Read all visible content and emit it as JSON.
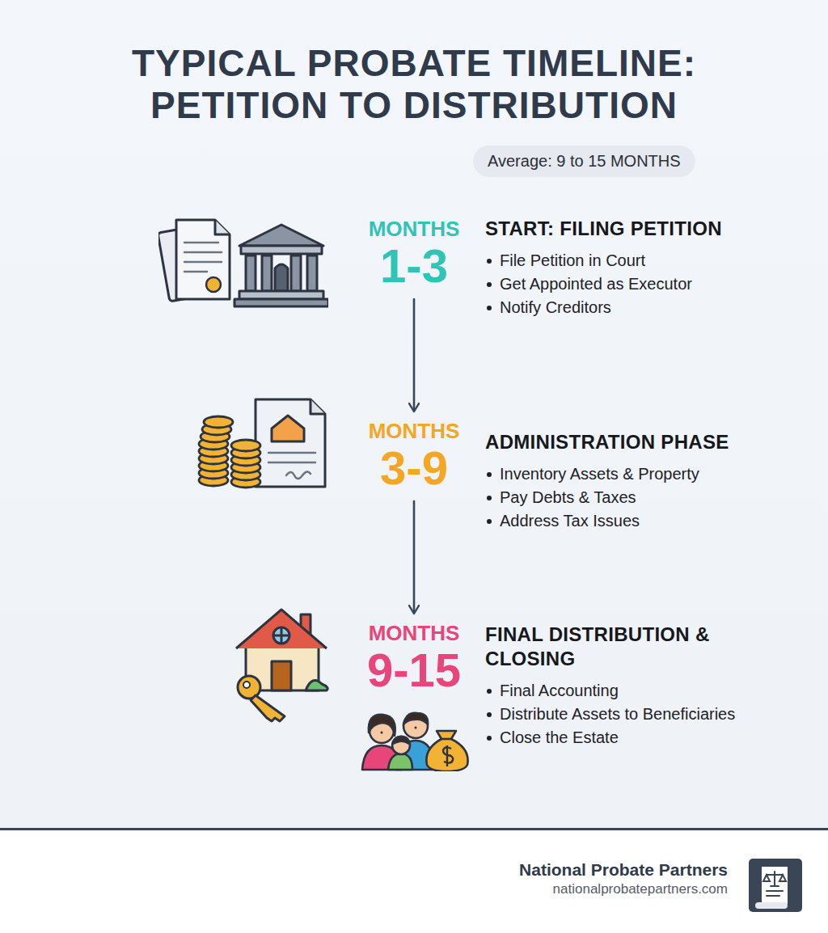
{
  "diagram": {
    "title": "TYPICAL PROBATE TIMELINE: PETITION TO DISTRIBUTION",
    "nodes": [
      {
        "text": [
          "Average: 9 to 15 MONTHS"
        ]
      },
      {
        "text": [
          "MONTHS",
          "1-3"
        ]
      },
      {
        "text": [
          "MONTHS",
          "3-9"
        ]
      },
      {
        "text": [
          "MONTHS",
          "9-15"
        ]
      }
    ],
    "edges": [
      {
        "from": 1,
        "to": 2,
        "arrow": "to"
      },
      {
        "from": 2,
        "to": 3,
        "arrow": "to"
      }
    ],
    "labels": [
      "START: FILING PETITION",
      "File Petition in Court",
      "Get Appointed as Executor",
      "Notify Creditors",
      "ADMINISTRATION PHASE",
      "Inventory Assets & Property",
      "Pay Debts & Taxes",
      "Address Tax Issues",
      "FINAL DISTRIBUTION & CLOSING",
      "Final Accounting",
      "Distribute Assets to Beneficiaries",
      "Close the Estate",
      "National Probate Partners",
      "nationalprobatepartners.com"
    ]
  }
}
